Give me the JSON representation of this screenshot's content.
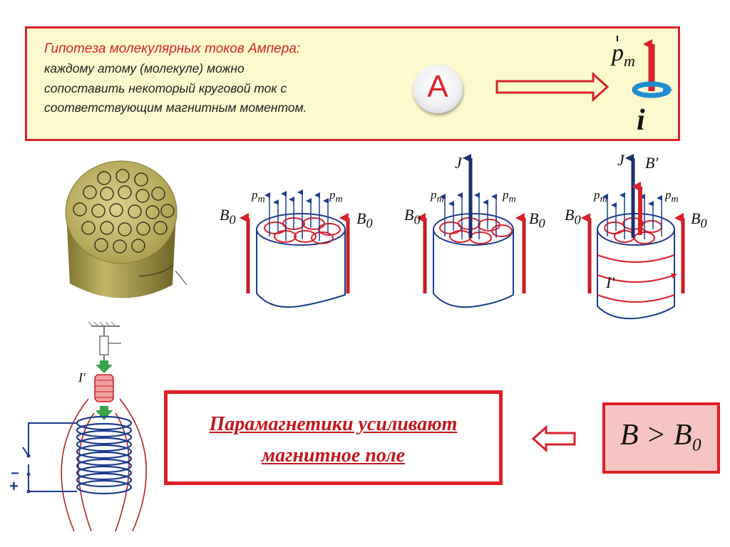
{
  "hypothesis": {
    "title": "Гипотеза молекулярных токов Ампера:",
    "line1": "каждому атому (молекуле) можно",
    "line2": "сопоставить некоторый круговой ток с",
    "line3": "соответствующим магнитным моментом."
  },
  "badge": {
    "letter": "A"
  },
  "labels": {
    "pm": "p",
    "pm_sub": "m",
    "i": "i",
    "B0": "B",
    "B0_sub": "0",
    "J": "J",
    "Bprime": "B′",
    "Iprime": "I′",
    "Iprime_small": "I′",
    "minus": "−",
    "plus": "+"
  },
  "result": {
    "line1": "Парамагнетики усиливают",
    "line2": "магнитное поле"
  },
  "formula": {
    "text": "B > B₀"
  },
  "colors": {
    "accent_red": "#d9212b",
    "current_blue": "#1d3d8f",
    "box_fill": "#fdf9cf"
  }
}
